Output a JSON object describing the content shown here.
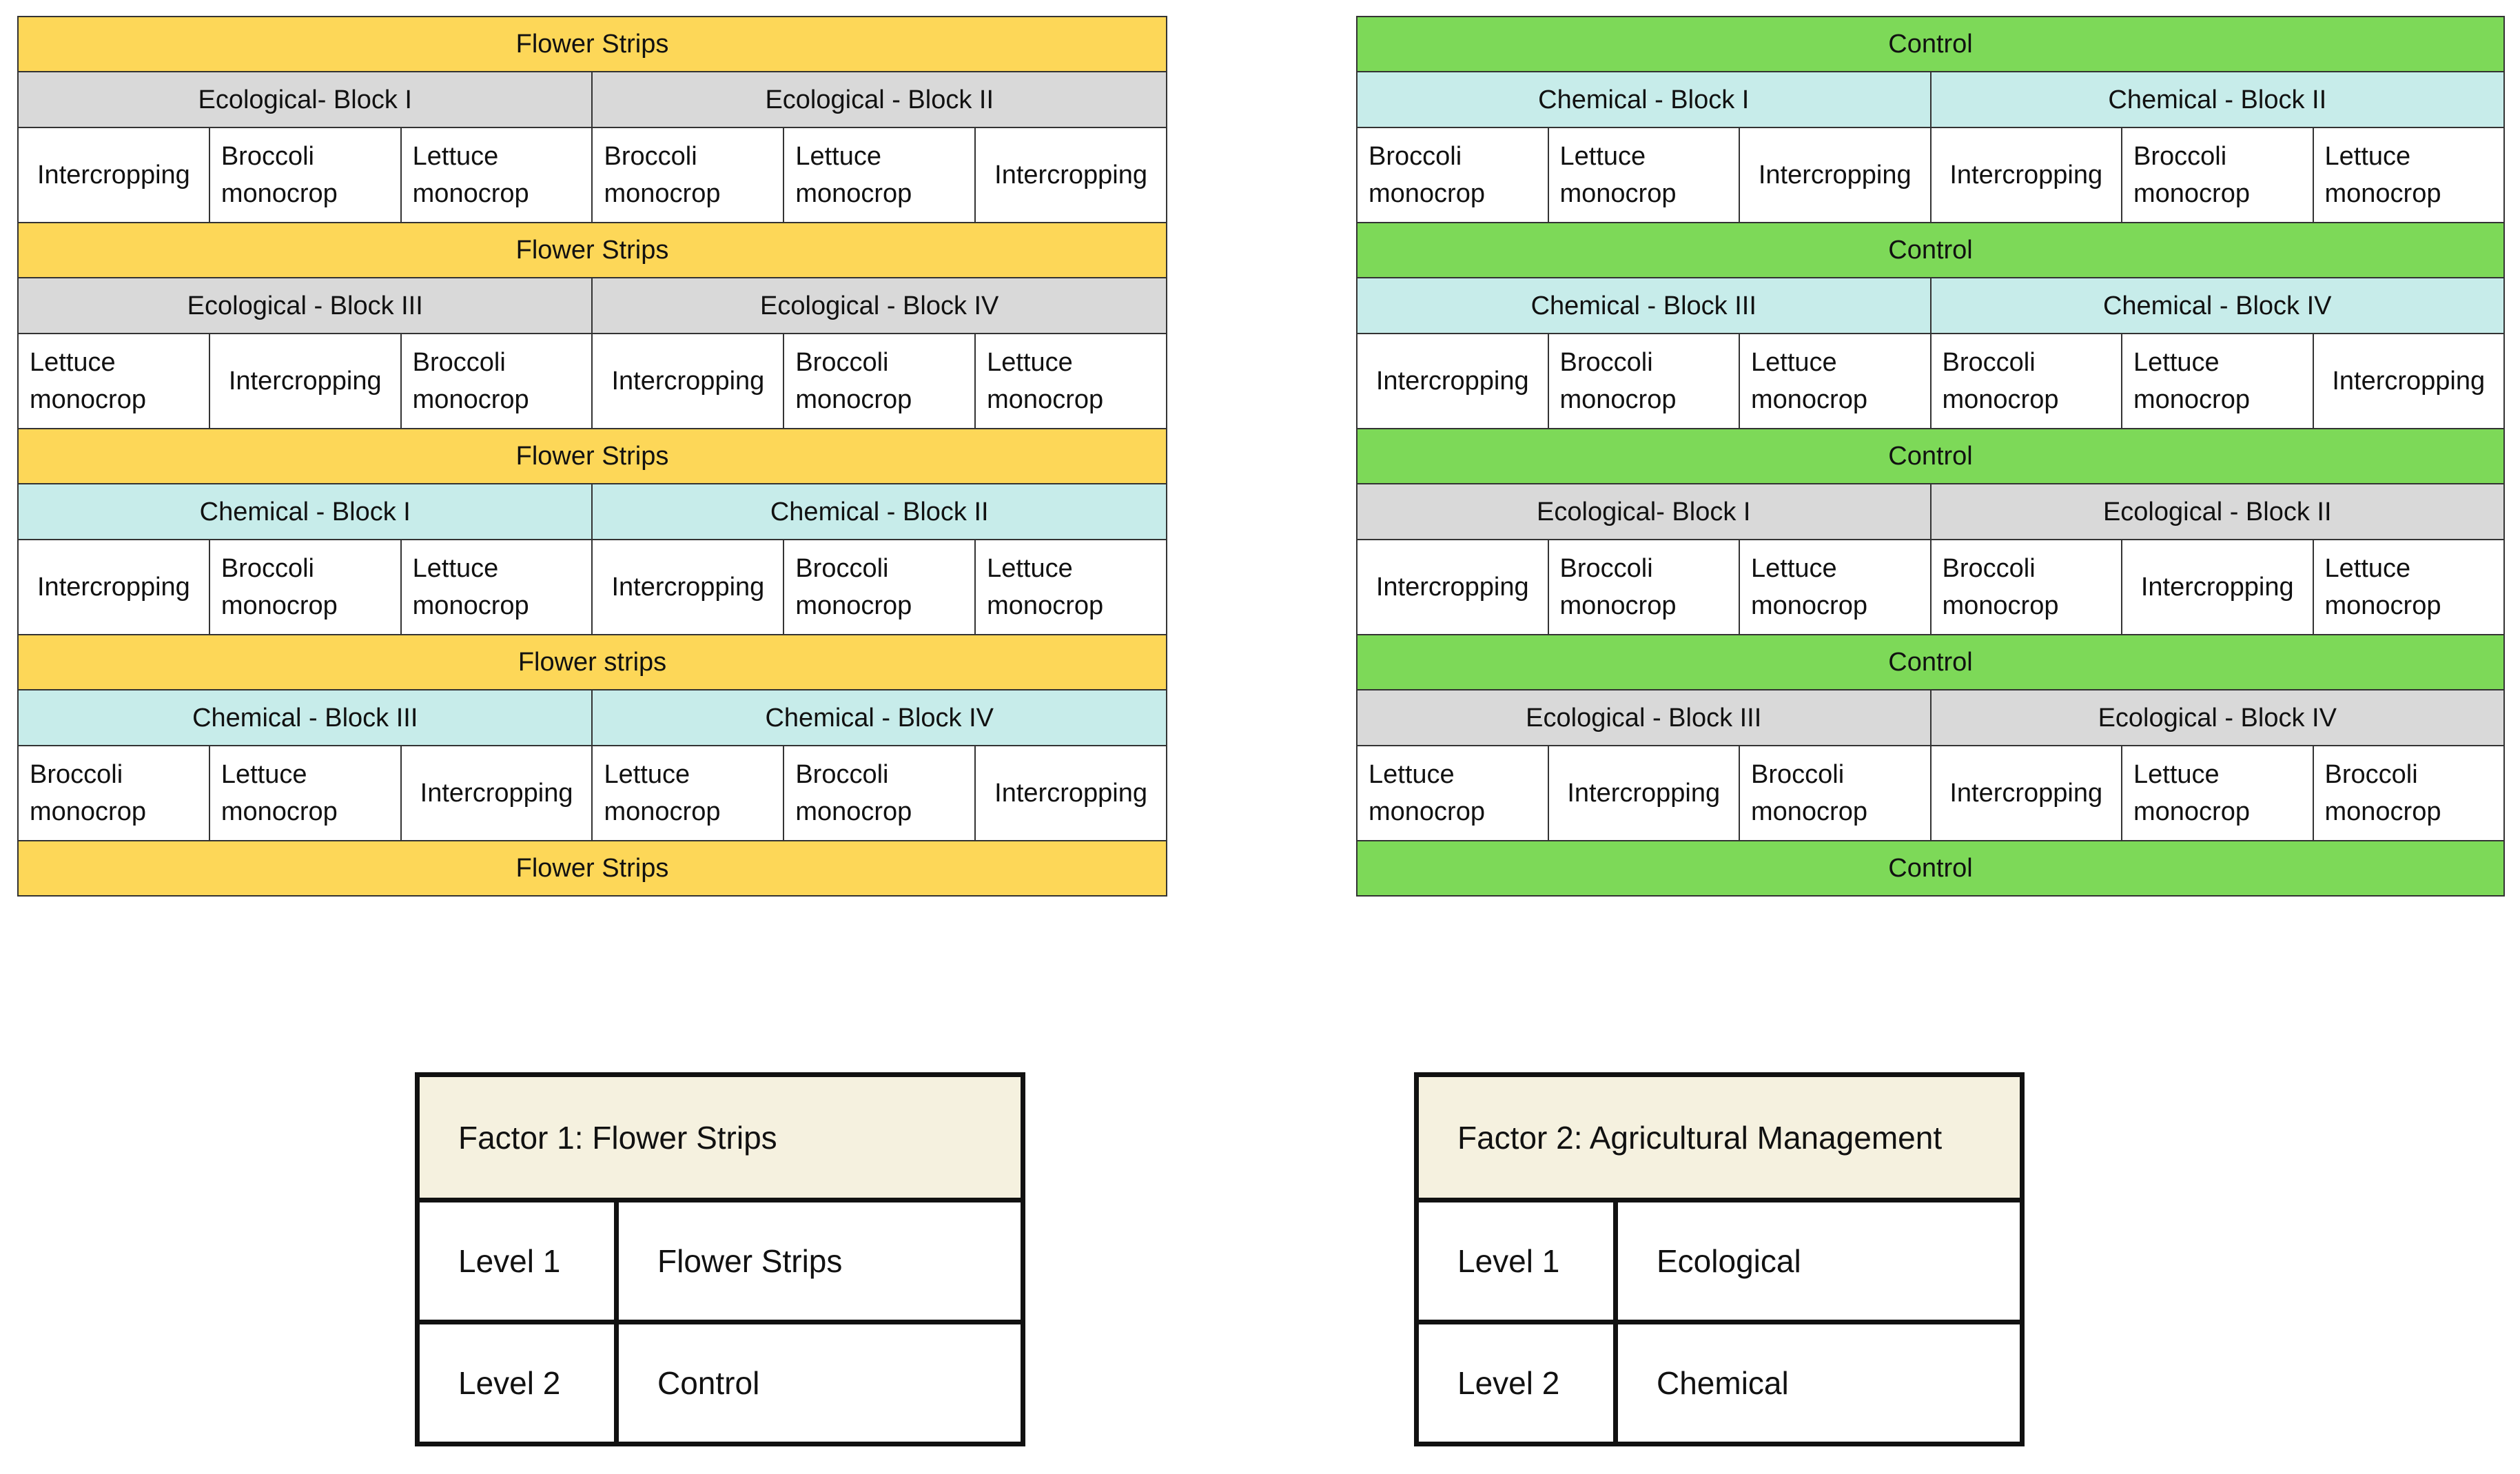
{
  "colors": {
    "flower": "#fdd758",
    "control": "#7dd958",
    "ecological": "#d9d9d9",
    "chemical": "#c7ecea",
    "legend_header": "#f5f1df"
  },
  "left_field": {
    "rows": [
      {
        "type": "strip",
        "label": "Flower Strips"
      },
      {
        "type": "block",
        "blocks": [
          {
            "label": "Ecological- Block I",
            "kind": "ecological"
          },
          {
            "label": "Ecological - Block II",
            "kind": "ecological"
          }
        ]
      },
      {
        "type": "crops",
        "crops": [
          "Intercropping",
          "Broccoli monocrop",
          "Lettuce monocrop",
          "Broccoli monocrop",
          "Lettuce monocrop",
          "Intercropping"
        ]
      },
      {
        "type": "strip",
        "label": "Flower Strips"
      },
      {
        "type": "block",
        "blocks": [
          {
            "label": "Ecological - Block III",
            "kind": "ecological"
          },
          {
            "label": "Ecological - Block IV",
            "kind": "ecological"
          }
        ]
      },
      {
        "type": "crops",
        "crops": [
          "Lettuce monocrop",
          "Intercropping",
          "Broccoli monocrop",
          "Intercropping",
          "Broccoli monocrop",
          "Lettuce monocrop"
        ]
      },
      {
        "type": "strip",
        "label": "Flower Strips"
      },
      {
        "type": "block",
        "blocks": [
          {
            "label": "Chemical - Block I",
            "kind": "chemical"
          },
          {
            "label": "Chemical - Block II",
            "kind": "chemical"
          }
        ]
      },
      {
        "type": "crops",
        "crops": [
          "Intercropping",
          "Broccoli monocrop",
          "Lettuce monocrop",
          "Intercropping",
          "Broccoli monocrop",
          "Lettuce monocrop"
        ]
      },
      {
        "type": "strip",
        "label": "Flower strips"
      },
      {
        "type": "block",
        "blocks": [
          {
            "label": "Chemical - Block III",
            "kind": "chemical"
          },
          {
            "label": "Chemical - Block IV",
            "kind": "chemical"
          }
        ]
      },
      {
        "type": "crops",
        "crops": [
          "Broccoli monocrop",
          "Lettuce monocrop",
          "Intercropping",
          "Lettuce monocrop",
          "Broccoli monocrop",
          "Intercropping"
        ]
      },
      {
        "type": "strip",
        "label": "Flower Strips"
      }
    ]
  },
  "right_field": {
    "rows": [
      {
        "type": "strip",
        "label": "Control"
      },
      {
        "type": "block",
        "blocks": [
          {
            "label": "Chemical - Block I",
            "kind": "chemical"
          },
          {
            "label": "Chemical - Block II",
            "kind": "chemical"
          }
        ]
      },
      {
        "type": "crops",
        "crops": [
          "Broccoli monocrop",
          "Lettuce monocrop",
          "Intercropping",
          "Intercropping",
          "Broccoli monocrop",
          "Lettuce monocrop"
        ]
      },
      {
        "type": "strip",
        "label": "Control"
      },
      {
        "type": "block",
        "blocks": [
          {
            "label": "Chemical - Block III",
            "kind": "chemical"
          },
          {
            "label": "Chemical - Block IV",
            "kind": "chemical"
          }
        ]
      },
      {
        "type": "crops",
        "crops": [
          "Intercropping",
          "Broccoli monocrop",
          "Lettuce monocrop",
          "Broccoli monocrop",
          "Lettuce monocrop",
          "Intercropping"
        ]
      },
      {
        "type": "strip",
        "label": "Control"
      },
      {
        "type": "block",
        "blocks": [
          {
            "label": "Ecological- Block I",
            "kind": "ecological"
          },
          {
            "label": "Ecological - Block II",
            "kind": "ecological"
          }
        ]
      },
      {
        "type": "crops",
        "crops": [
          "Intercropping",
          "Broccoli monocrop",
          "Lettuce monocrop",
          "Broccoli monocrop",
          "Intercropping",
          "Lettuce monocrop"
        ]
      },
      {
        "type": "strip",
        "label": "Control"
      },
      {
        "type": "block",
        "blocks": [
          {
            "label": "Ecological - Block III",
            "kind": "ecological"
          },
          {
            "label": "Ecological - Block IV",
            "kind": "ecological"
          }
        ]
      },
      {
        "type": "crops",
        "crops": [
          "Lettuce monocrop",
          "Intercropping",
          "Broccoli monocrop",
          "Intercropping",
          "Lettuce monocrop",
          "Broccoli monocrop"
        ]
      },
      {
        "type": "strip",
        "label": "Control"
      }
    ]
  },
  "legends": [
    {
      "title": "Factor 1:  Flower Strips",
      "levels": [
        {
          "level": "Level 1",
          "value": "Flower Strips"
        },
        {
          "level": "Level 2",
          "value": "Control"
        }
      ]
    },
    {
      "title": "Factor 2: Agricultural Management",
      "levels": [
        {
          "level": "Level 1",
          "value": "Ecological"
        },
        {
          "level": "Level 2",
          "value": "Chemical"
        }
      ]
    }
  ]
}
